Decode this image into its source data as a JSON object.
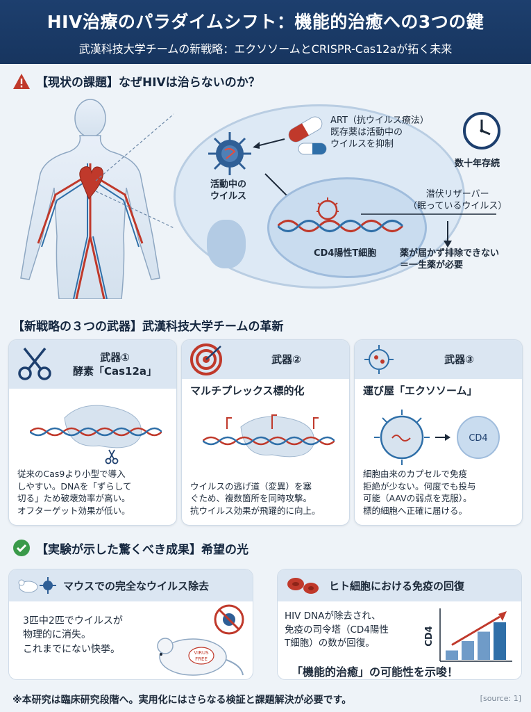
{
  "header": {
    "title": "HIV治療のパラダイムシフト：機能的治癒への3つの鍵",
    "subtitle": "武漢科技大学チームの新戦略：エクソソームとCRISPR-Cas12aが拓く未来"
  },
  "section1": {
    "heading": "【現状の課題】なぜHIVは治らないのか？",
    "art_label": [
      "ART（抗ウイルス療法）",
      "既存薬は活動中の",
      "ウイルスを抑制"
    ],
    "clock_label": "数十年存続",
    "active_virus_label": [
      "活動中の",
      "ウイルス"
    ],
    "reservoir_label": [
      "潜伏リザーバー",
      "（眠っているウイルス）"
    ],
    "consequence_label": [
      "薬が届かず排除できない",
      "＝一生薬が必要"
    ],
    "cell_label": "CD4陽性T細胞"
  },
  "section2": {
    "heading": "【新戦略の３つの武器】武漢科技大学チームの革新",
    "weapons": [
      {
        "title": "武器①",
        "name": "酵素「Cas12a」",
        "subtitle": "",
        "text": [
          "従来のCas9より小型で導入",
          "しやすい。DNAを「ずらして",
          "切る」ため破壊効率が高い。",
          "オフターゲット効果が低い。"
        ]
      },
      {
        "title": "武器②",
        "name": "",
        "subtitle": "マルチプレックス標的化",
        "text": [
          "ウイルスの逃げ道（変異）を塞",
          "ぐため、複数箇所を同時攻撃。",
          "抗ウイルス効果が飛躍的に向上。"
        ]
      },
      {
        "title": "武器③",
        "name": "",
        "subtitle": "運び屋「エクソソーム」",
        "text": [
          "細胞由来のカプセルで免疫",
          "拒絶が少ない。何度でも投与",
          "可能（AAVの弱点を克服）。",
          "標的細胞へ正確に届ける。"
        ],
        "cd4_label": "CD4"
      }
    ]
  },
  "section3": {
    "heading": "【実験が示した驚くべき成果】希望の光",
    "results": [
      {
        "title": "マウスでの完全なウイルス除去",
        "text": [
          "3匹中2匹でウイルスが",
          "物理的に消失。",
          "これまでにない快挙。"
        ],
        "badge": [
          "VIRUS",
          "FREE"
        ]
      },
      {
        "title": "ヒト細胞における免疫の回復",
        "text": [
          "HIV DNAが除去され、",
          "免疫の司令塔（CD4陽性",
          "T細胞）の数が回復。"
        ],
        "chart_axis": "CD4",
        "highlight": "「機能的治癒」の可能性を示唆！"
      }
    ]
  },
  "footer": {
    "note": "※本研究は臨床研究段階へ。実用化にはさらなる検証と課題解決が必要です。",
    "source": "[source: 1]"
  },
  "colors": {
    "header_bg": "#1d3f6e",
    "accent_red": "#c0392b",
    "accent_blue": "#2f6fa8",
    "virus_blue": "#2f5f96",
    "card_bg": "#dbe6f2"
  },
  "chart_data": {
    "type": "bar",
    "ylabel": "CD4",
    "trend": "increasing",
    "values": [
      1,
      2,
      3,
      4
    ]
  }
}
